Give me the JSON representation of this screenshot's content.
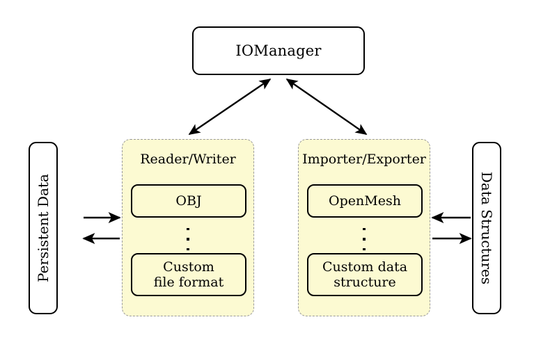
{
  "diagram": {
    "title_box": {
      "label": "IOManager"
    },
    "groups": [
      {
        "id": "reader-writer",
        "title": "Reader/Writer",
        "top_item": "OBJ",
        "ellipsis": "⋮",
        "bottom_item_line1": "Custom",
        "bottom_item_line2": "file format"
      },
      {
        "id": "importer-exporter",
        "title": "Importer/Exporter",
        "top_item": "OpenMesh",
        "ellipsis": "⋮",
        "bottom_item_line1": "Custom data",
        "bottom_item_line2": "structure"
      }
    ],
    "side_boxes": [
      {
        "id": "persistent-data",
        "label": "Persistent Data",
        "rotation": "-90"
      },
      {
        "id": "data-structures",
        "label": "Data Structures",
        "rotation": "90"
      }
    ],
    "connections": [
      {
        "name": "iomanager-readerwriter",
        "from": "IOManager",
        "to": "Reader/Writer",
        "style": "double-headed-diagonal"
      },
      {
        "name": "iomanager-importerexporter",
        "from": "IOManager",
        "to": "Importer/Exporter",
        "style": "double-headed-diagonal"
      },
      {
        "name": "persistentdata-to-readerwriter",
        "from": "Persistent Data",
        "to": "Reader/Writer",
        "style": "single-headed-right"
      },
      {
        "name": "readerwriter-to-persistentdata",
        "from": "Reader/Writer",
        "to": "Persistent Data",
        "style": "single-headed-left"
      },
      {
        "name": "importerexporter-to-datastructures",
        "from": "Importer/Exporter",
        "to": "Data Structures",
        "style": "single-headed-right"
      },
      {
        "name": "datastructures-to-importerexporter",
        "from": "Data Structures",
        "to": "Importer/Exporter",
        "style": "single-headed-left"
      }
    ],
    "colors": {
      "group_fill": "#fcfad2",
      "group_border": "#9a9a9a",
      "stroke": "#000000",
      "background": "#ffffff"
    }
  }
}
